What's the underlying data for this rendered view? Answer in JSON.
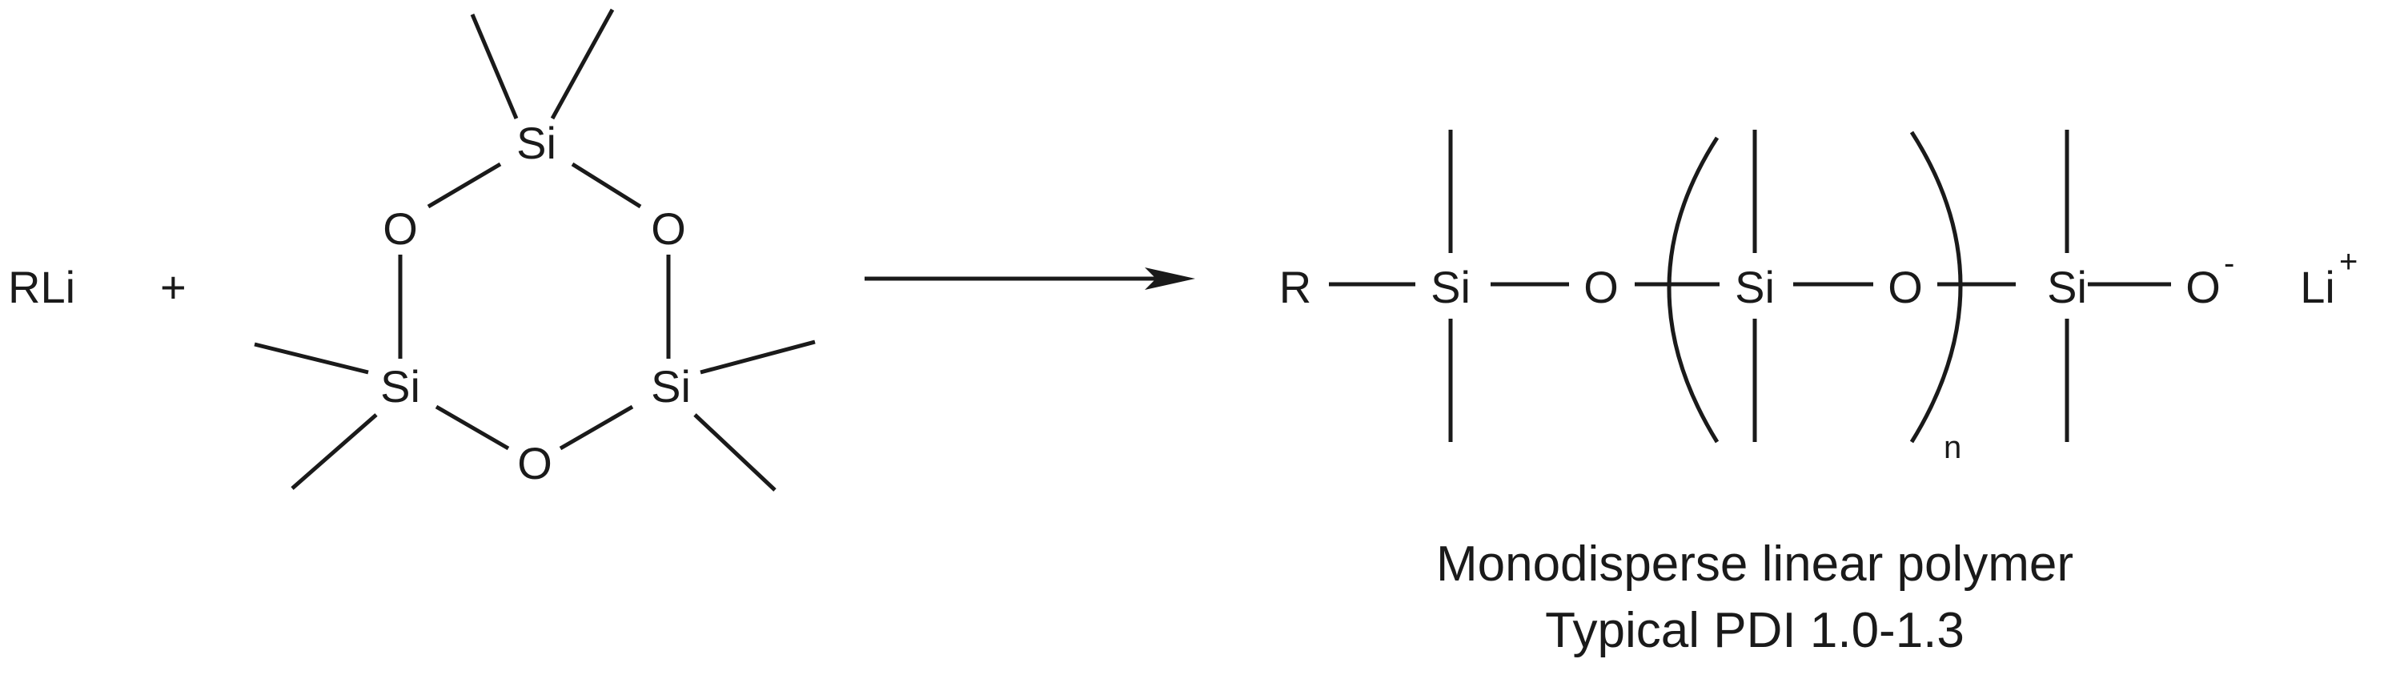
{
  "reactant": {
    "reagent": "RLi",
    "plus": "+"
  },
  "ring": {
    "si_top": "Si",
    "si_left": "Si",
    "si_right": "Si",
    "o_left": "O",
    "o_right": "O",
    "o_bottom": "O"
  },
  "product": {
    "r": "R",
    "si_1": "Si",
    "o_1": "O",
    "si_2": "Si",
    "o_2": "O",
    "si_3": "Si",
    "o_3": "O",
    "o_charge": "-",
    "subscript": "n",
    "counter_ion": "Li",
    "counter_charge": "+"
  },
  "caption": {
    "line1": "Monodisperse linear polymer",
    "line2": "Typical PDI 1.0-1.3"
  }
}
